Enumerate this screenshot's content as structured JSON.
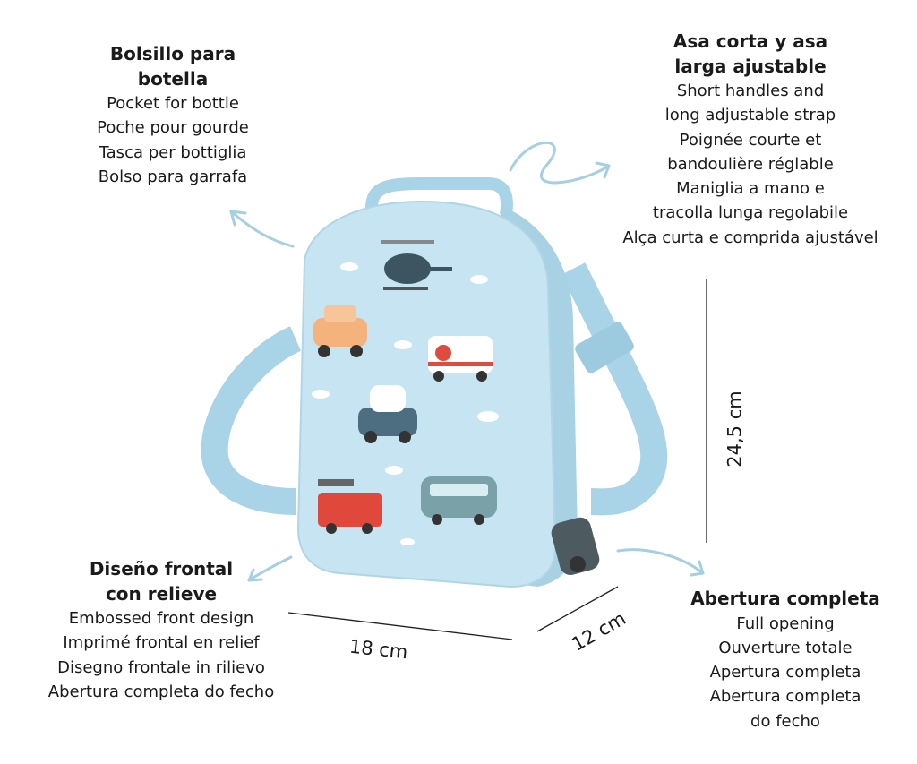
{
  "features": {
    "bottle_pocket": {
      "heading": [
        "Bolsillo para",
        "botella"
      ],
      "lines": [
        "Pocket for bottle",
        "Poche pour gourde",
        "Tasca per bottiglia",
        "Bolso para garrafa"
      ]
    },
    "handles": {
      "heading": [
        "Asa corta y asa",
        "larga ajustable"
      ],
      "lines": [
        "Short handles and",
        "long adjustable strap",
        "Poignée courte et",
        "bandoulière réglable",
        "Maniglia a mano e",
        "tracolla lunga regolabile",
        "Alça curta e comprida ajustável"
      ]
    },
    "front_design": {
      "heading": [
        "Diseño frontal",
        "con relieve"
      ],
      "lines": [
        "Embossed front design",
        "Imprimé frontal en relief",
        "Disegno frontale in rilievo",
        "Abertura completa do fecho"
      ]
    },
    "opening": {
      "heading": [
        "Abertura completa"
      ],
      "lines": [
        "Full opening",
        "Ouverture totale",
        "Apertura completa",
        "Abertura completa",
        "do fecho"
      ]
    }
  },
  "dimensions": {
    "width": "18 cm",
    "depth": "12 cm",
    "height": "24,5 cm"
  },
  "colors": {
    "bag": "#bfe0ee",
    "strap": "#a9d3e6",
    "arrow": "#a6cfdf"
  }
}
